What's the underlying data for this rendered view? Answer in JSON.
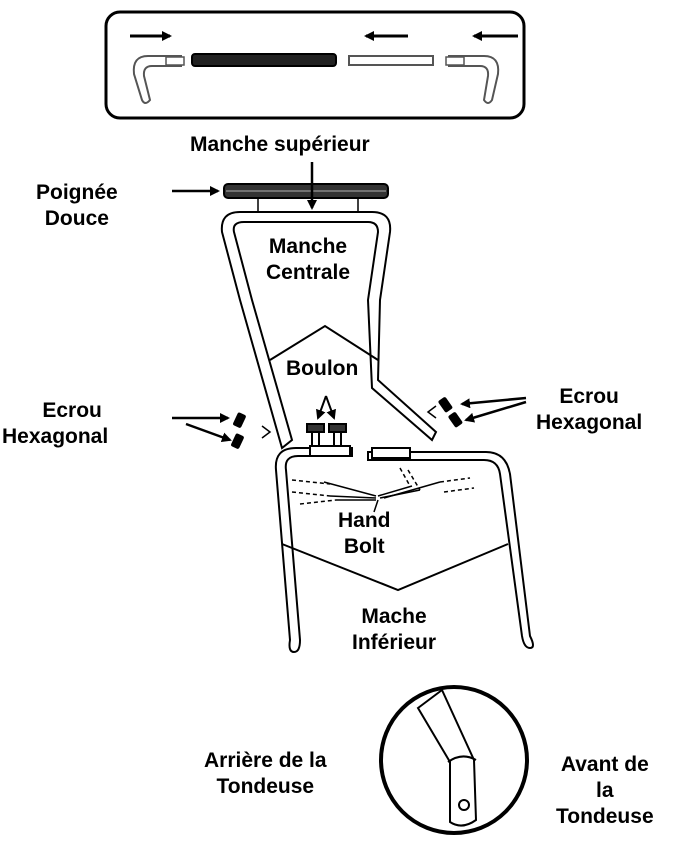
{
  "labels": {
    "upper_handle": "Manche supérieur",
    "soft_grip": [
      "Poignée",
      "Douce"
    ],
    "middle_handle": [
      "Manche",
      "Centrale"
    ],
    "bolt": "Boulon",
    "hex_nut_left": [
      "Ecrou",
      "Hexagonal"
    ],
    "hex_nut_right": [
      "Ecrou",
      "Hexagonal"
    ],
    "hand_bolt": [
      "Hand",
      "Bolt"
    ],
    "lower_handle": [
      "Mache",
      "Inférieur"
    ],
    "rear_of_mower": [
      "Arrière de la",
      "Tondeuse"
    ],
    "front_of_mower": [
      "Avant de",
      "la",
      "Tondeuse"
    ]
  }
}
